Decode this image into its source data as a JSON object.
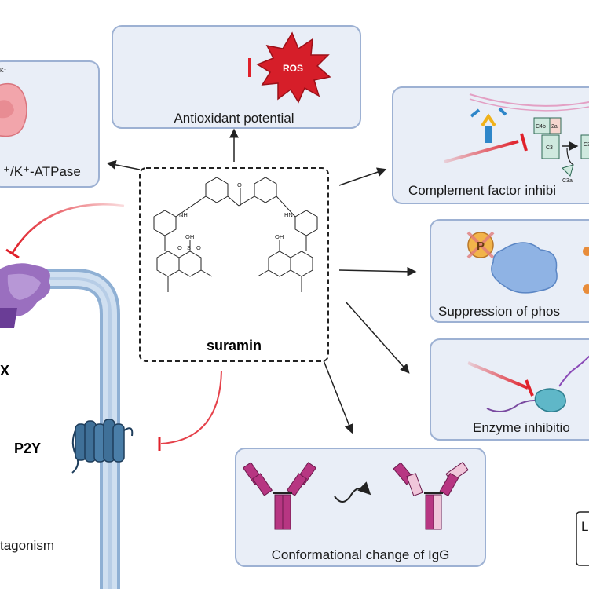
{
  "center": {
    "name": "suramin"
  },
  "panels": {
    "antioxidant": {
      "label": "Antioxidant potential",
      "badge": "ROS"
    },
    "atpase": {
      "label": "⁺/K⁺-ATPase",
      "ion": "K⁺"
    },
    "complement": {
      "label": "Complement factor inhibi",
      "tags": [
        "C4b",
        "2a",
        "C3",
        "C3",
        "C3a"
      ]
    },
    "phospho": {
      "label": "Suppression of phos",
      "badge": "P"
    },
    "enzyme": {
      "label": "Enzyme inhibitio"
    },
    "igg": {
      "label": "Conformational change of IgG"
    }
  },
  "receptors": {
    "p2x": "X",
    "p2y": "P2Y",
    "antagonism": "tagonism"
  },
  "legend": {
    "label": "L"
  },
  "chem_labels": [
    "OH",
    "O",
    "S",
    "O",
    "NH",
    "HN",
    "OH",
    "O"
  ],
  "colors": {
    "panel_fill": "#e9eef7",
    "panel_border": "#9db1d3",
    "inhibit_red": "#e0202a",
    "membrane": "#a9c3e0",
    "receptor_blue": "#3f7098",
    "igg_magenta": "#b73682",
    "igg_pink": "#f0c6da"
  }
}
